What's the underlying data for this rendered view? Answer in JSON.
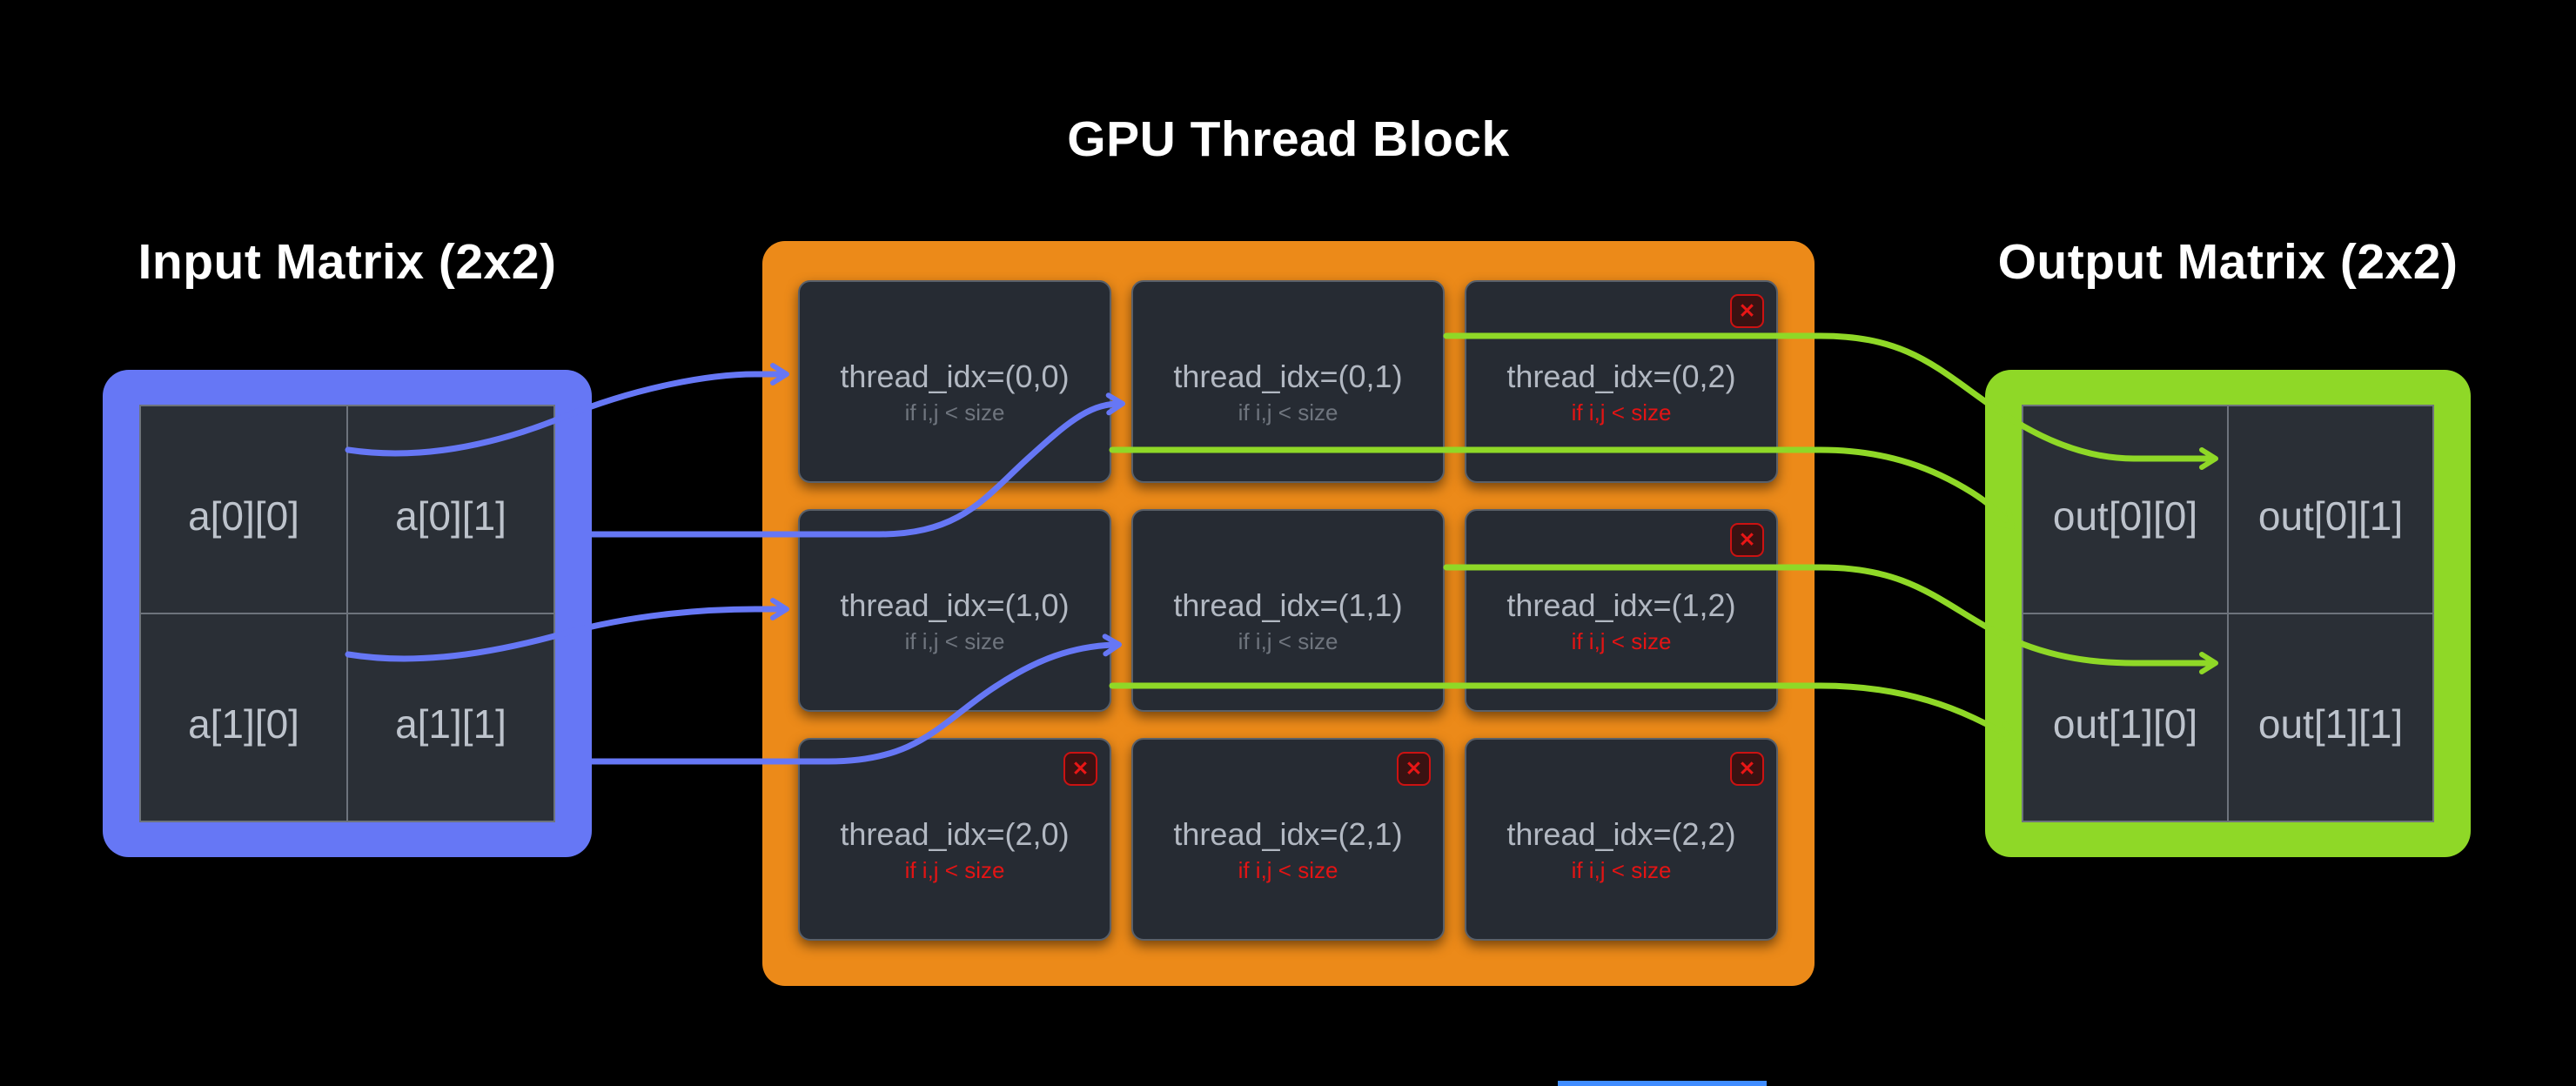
{
  "titles": {
    "input": "Input Matrix (2x2)",
    "block": "GPU Thread Block",
    "output": "Output Matrix (2x2)"
  },
  "input_matrix": {
    "cells": [
      [
        "a[0][0]",
        "a[0][1]"
      ],
      [
        "a[1][0]",
        "a[1][1]"
      ]
    ]
  },
  "output_matrix": {
    "cells": [
      [
        "out[0][0]",
        "out[0][1]"
      ],
      [
        "out[1][0]",
        "out[1][1]"
      ]
    ]
  },
  "thread_block": {
    "cells": [
      {
        "label": "thread_idx=(0,0)",
        "condition": "if i,j < size",
        "valid": true
      },
      {
        "label": "thread_idx=(0,1)",
        "condition": "if i,j < size",
        "valid": true
      },
      {
        "label": "thread_idx=(0,2)",
        "condition": "if i,j < size",
        "valid": false
      },
      {
        "label": "thread_idx=(1,0)",
        "condition": "if i,j < size",
        "valid": true
      },
      {
        "label": "thread_idx=(1,1)",
        "condition": "if i,j < size",
        "valid": true
      },
      {
        "label": "thread_idx=(1,2)",
        "condition": "if i,j < size",
        "valid": false
      },
      {
        "label": "thread_idx=(2,0)",
        "condition": "if i,j < size",
        "valid": false
      },
      {
        "label": "thread_idx=(2,1)",
        "condition": "if i,j < size",
        "valid": false
      },
      {
        "label": "thread_idx=(2,2)",
        "condition": "if i,j < size",
        "valid": false
      }
    ]
  },
  "icons": {
    "invalid_x": "✕"
  },
  "arrows": {
    "input_to_thread": [
      {
        "from": "a[0][0]",
        "to": "thread_idx=(0,0)"
      },
      {
        "from": "a[0][1]",
        "to": "thread_idx=(0,1)"
      },
      {
        "from": "a[1][0]",
        "to": "thread_idx=(1,0)"
      },
      {
        "from": "a[1][1]",
        "to": "thread_idx=(1,1)"
      }
    ],
    "thread_to_output": [
      {
        "from": "thread_idx=(0,0)",
        "to": "out[0][0]"
      },
      {
        "from": "thread_idx=(0,1)",
        "to": "out[0][1]"
      },
      {
        "from": "thread_idx=(1,0)",
        "to": "out[1][0]"
      },
      {
        "from": "thread_idx=(1,1)",
        "to": "out[1][1]"
      }
    ]
  },
  "colors": {
    "blue": "#6677F5",
    "orange": "#EC8A19",
    "green": "#8FD827",
    "cell_bg": "#262B33",
    "mcell_bg": "#2A2F36",
    "grid_line": "#6D737C",
    "title": "#FFFFFF",
    "label": "#BDC3CC",
    "thread_label": "#B2B8C2",
    "cond_gray": "#6F757E",
    "cond_red": "#E31414",
    "badge_red": "#E81616",
    "badge_border": "#CC1212",
    "badge_bg": "#3A1212",
    "scrubber": "#3F8CFF"
  }
}
